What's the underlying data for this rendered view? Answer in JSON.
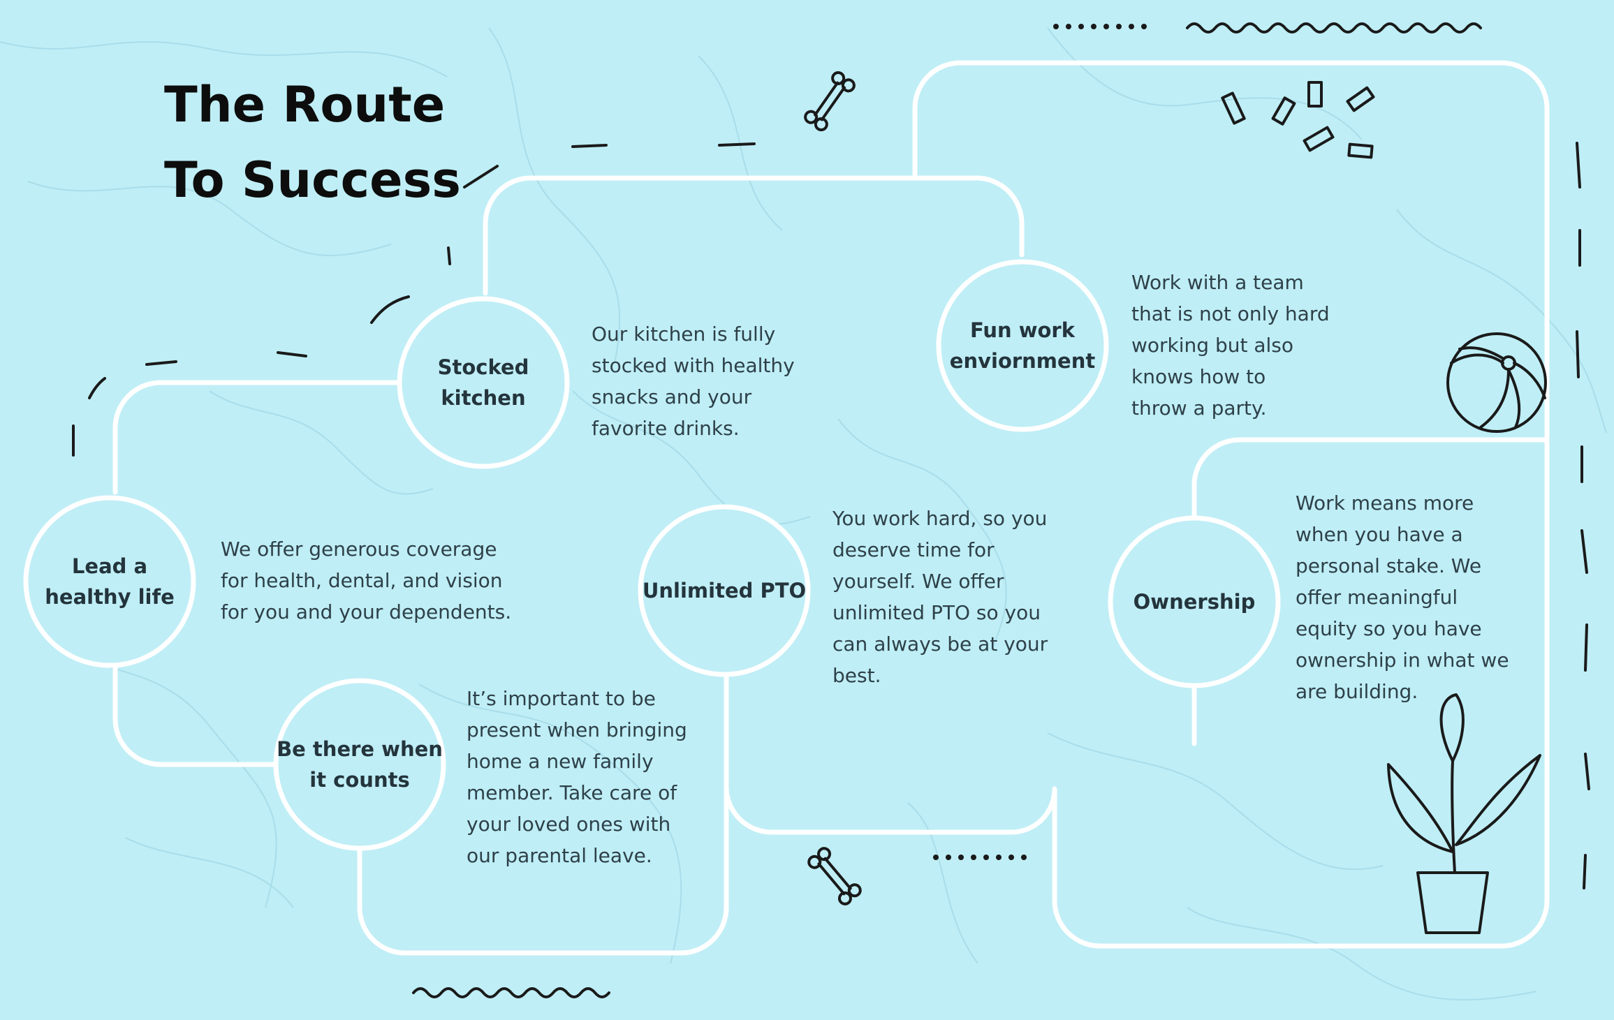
{
  "title": {
    "line1": "The Route",
    "line2": "To Success"
  },
  "colors": {
    "background": "#bfeef6",
    "route": "#ffffff",
    "text": "#24343c",
    "doodle": "#1a1a1a"
  },
  "nodes": [
    {
      "label": "Lead a\nhealthy life",
      "description": "We offer generous coverage\nfor health, dental, and vision\nfor you and your dependents."
    },
    {
      "label": "Stocked\nkitchen",
      "description": "Our kitchen is fully\nstocked with healthy\nsnacks and your\nfavorite drinks."
    },
    {
      "label": "Be there when\nit counts",
      "description": "It’s important to be\npresent when bringing\nhome a new family\nmember. Take care of\nyour loved ones with\nour parental leave."
    },
    {
      "label": "Unlimited PTO",
      "description": "You work hard, so you\ndeserve time for\nyourself. We offer\nunlimited PTO so you\ncan always be at your\nbest."
    },
    {
      "label": "Fun work\nenviornment",
      "description": "Work with a team\nthat is not only hard\nworking but also\nknows how to\nthrow a party."
    },
    {
      "label": "Ownership",
      "description": "Work means more\nwhen you have a\npersonal stake. We\noffer meaningful\nequity so you have\nownership in what we\nare building."
    }
  ],
  "decorations": [
    "bone-icon",
    "confetti-icon",
    "beach-ball-icon",
    "plant-icon",
    "squiggle",
    "dots",
    "dashed-line"
  ]
}
